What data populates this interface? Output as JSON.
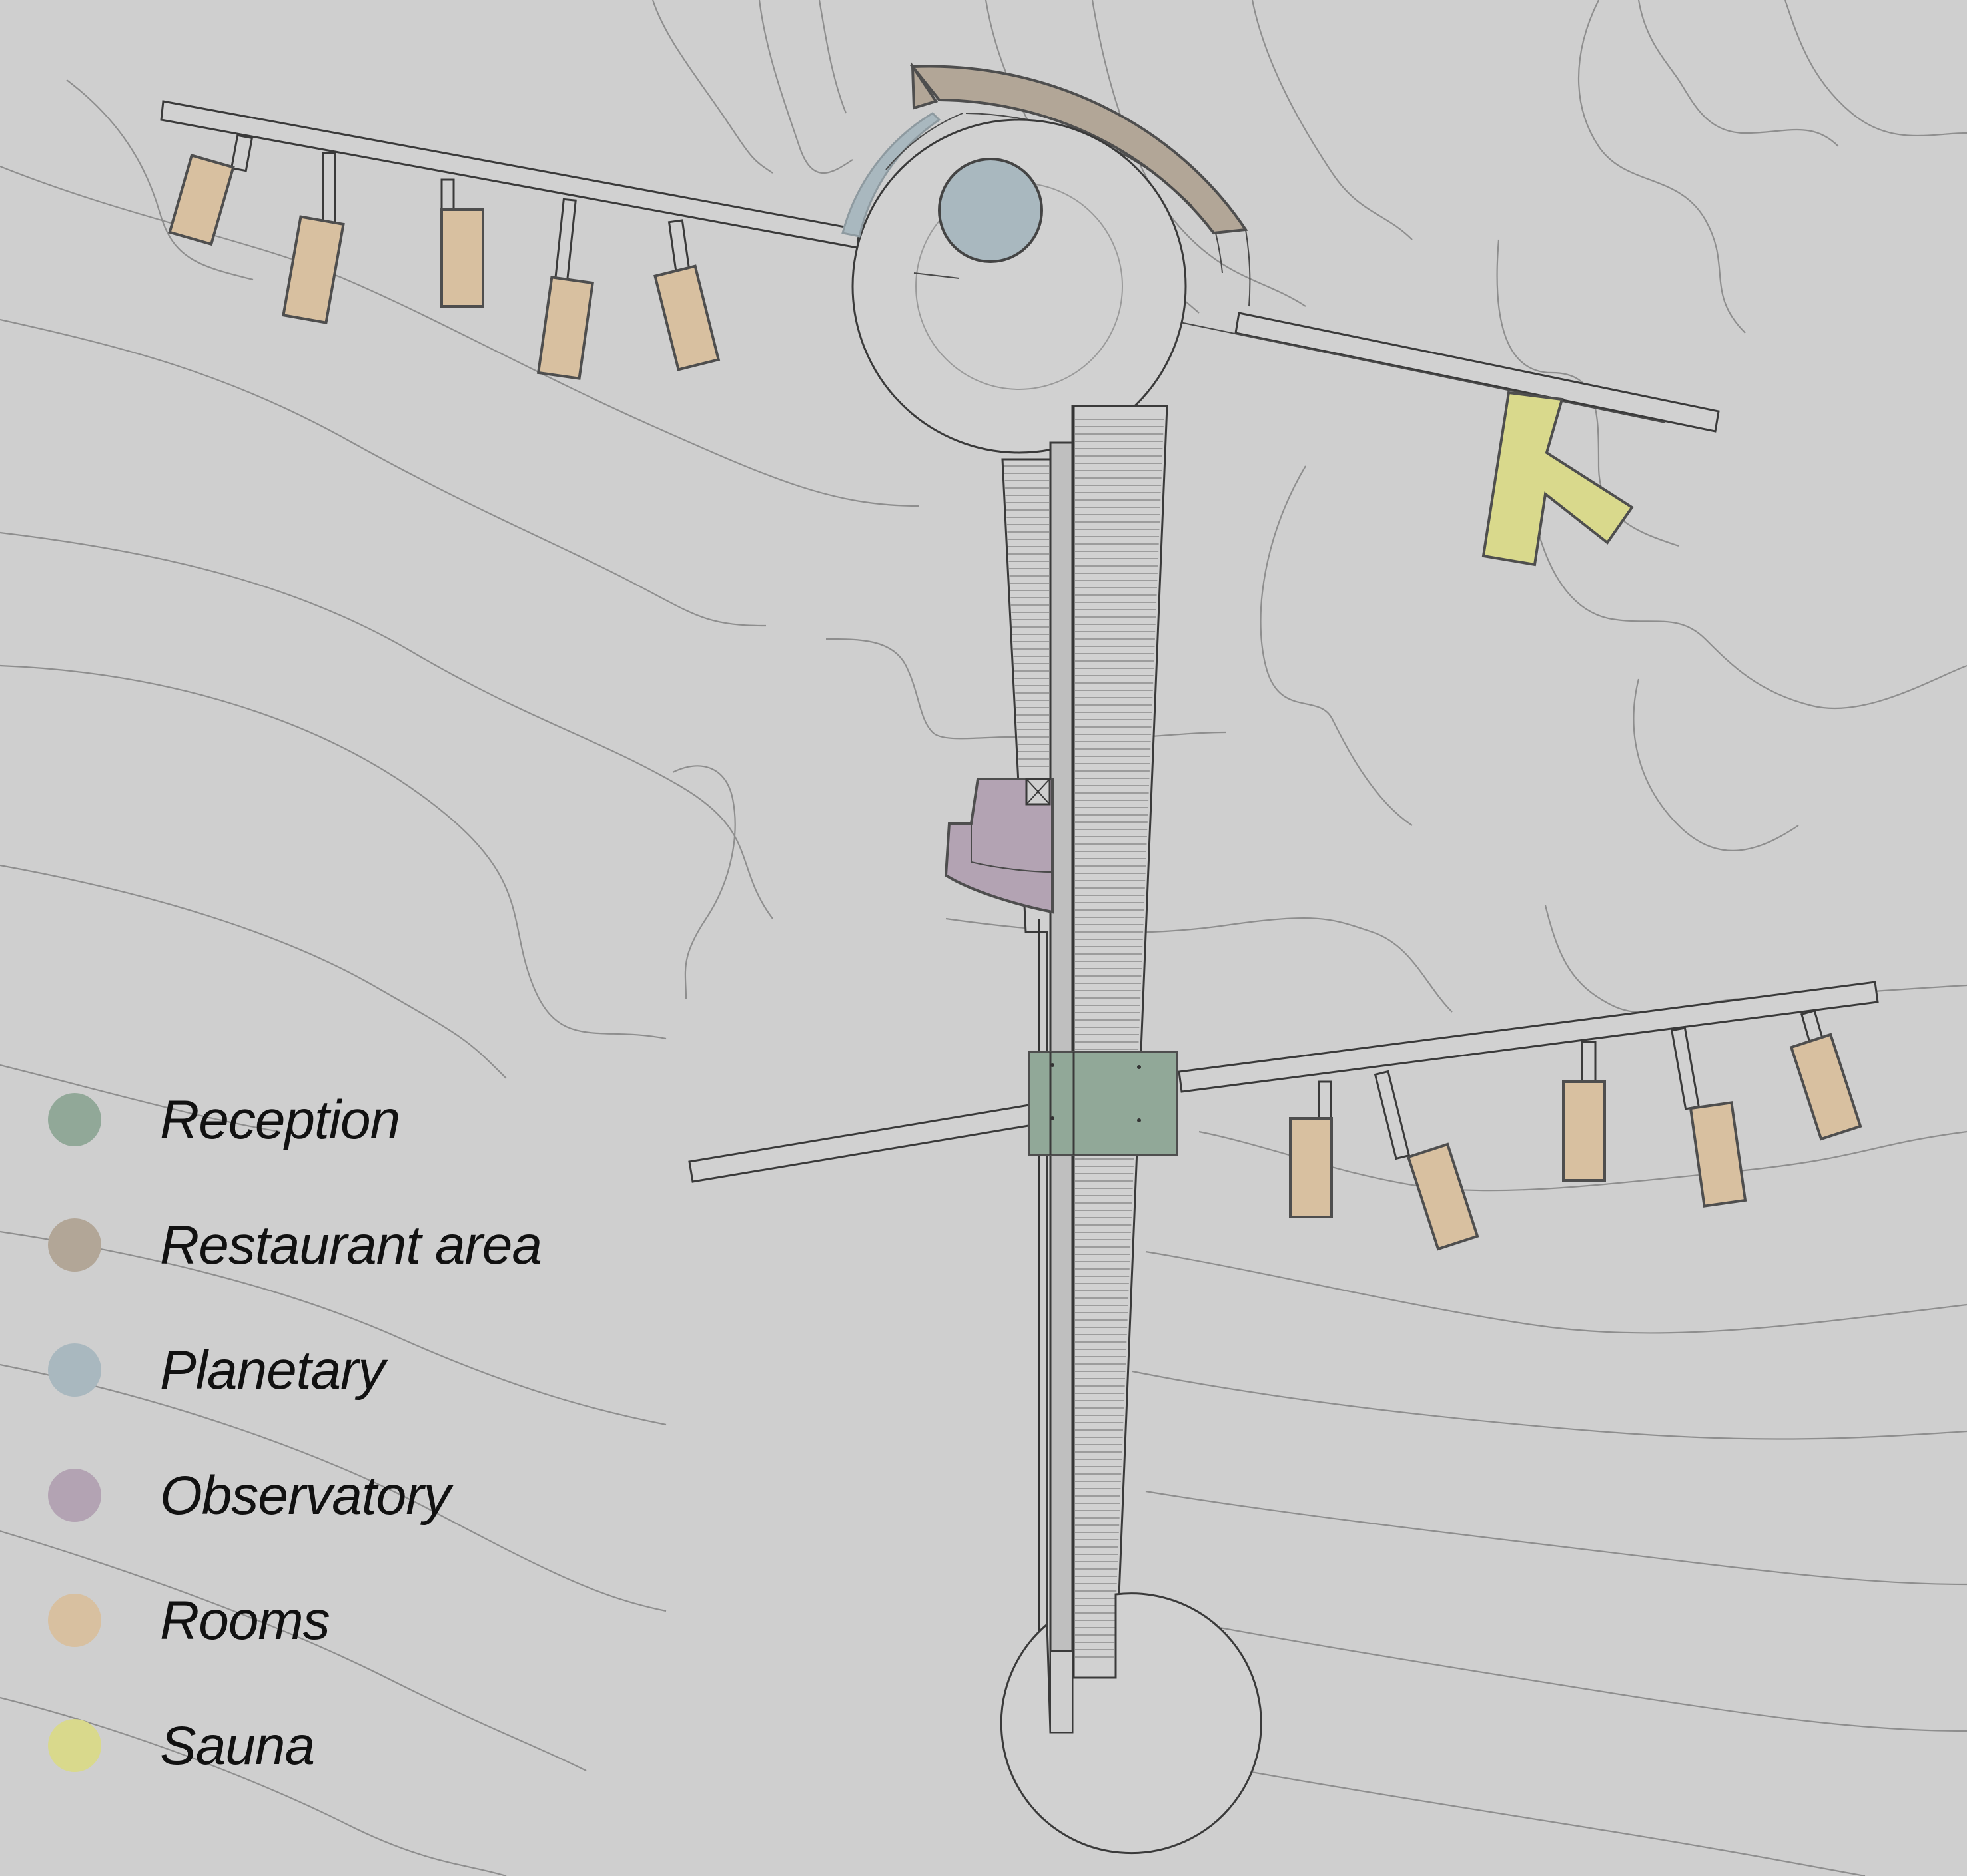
{
  "diagram": {
    "colors": {
      "background": "#cfcfcf",
      "reception": "#91a898",
      "restaurant": "#b2a697",
      "planetary": "#a9b8bf",
      "observatory": "#b3a3b3",
      "rooms": "#d8c0a0",
      "sauna": "#d9d98c"
    },
    "legend": [
      {
        "key": "reception",
        "label": "Reception",
        "color": "#91a898"
      },
      {
        "key": "restaurant",
        "label": "Restaurant area",
        "color": "#b2a697"
      },
      {
        "key": "planetary",
        "label": "Planetary",
        "color": "#a9b8bf"
      },
      {
        "key": "observatory",
        "label": "Observatory",
        "color": "#b3a3b3"
      },
      {
        "key": "rooms",
        "label": "Rooms",
        "color": "#d8c0a0"
      },
      {
        "key": "sauna",
        "label": "Sauna",
        "color": "#d9d98c"
      }
    ]
  }
}
